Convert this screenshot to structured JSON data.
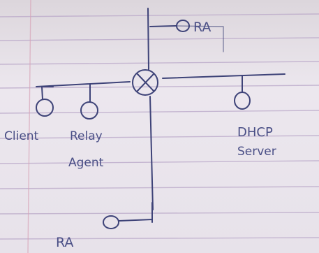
{
  "diagram": {
    "type": "network-topology-sketch",
    "ink_color": "#3e4378",
    "paper_color": "#ece7ee",
    "rule_color": "#b9a7c8",
    "margin_color": "#d8a4b8",
    "labels": {
      "ra_top": "RA",
      "client": "Client",
      "relay_agent_line1": "Relay",
      "relay_agent_line2": "Agent",
      "dhcp_line1": "DHCP",
      "dhcp_line2": "Server",
      "ra_bottom": "RA"
    },
    "devices": [
      {
        "id": "ra-top",
        "label": "RA"
      },
      {
        "id": "router",
        "label": ""
      },
      {
        "id": "client",
        "label": "Client"
      },
      {
        "id": "relay-agent",
        "label": "Relay Agent"
      },
      {
        "id": "dhcp-server",
        "label": "DHCP Server"
      },
      {
        "id": "ra-bottom",
        "label": "RA"
      }
    ]
  }
}
